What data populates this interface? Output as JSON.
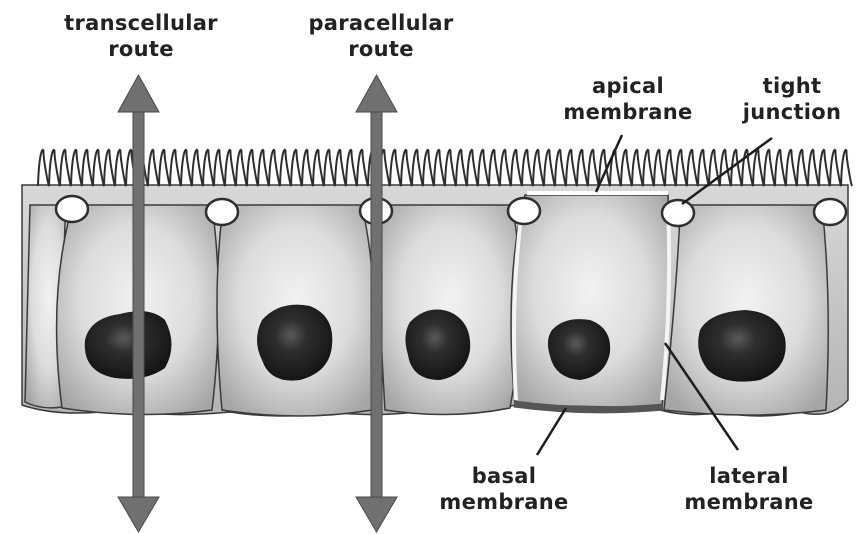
{
  "labels": {
    "transcellular": [
      "transcellular",
      "route"
    ],
    "paracellular": [
      "paracellular",
      "route"
    ],
    "apical": [
      "apical",
      "membrane"
    ],
    "tight": [
      "tight",
      "junction"
    ],
    "basal": [
      "basal",
      "membrane"
    ],
    "lateral": [
      "lateral",
      "membrane"
    ]
  },
  "colors": {
    "arrow": "#6e6e6e",
    "cell_light": "#ececec",
    "cell_dark": "#a9a9a9",
    "nucleus": "#2a2a2a",
    "line": "#333333",
    "junction": "#ffffff"
  }
}
